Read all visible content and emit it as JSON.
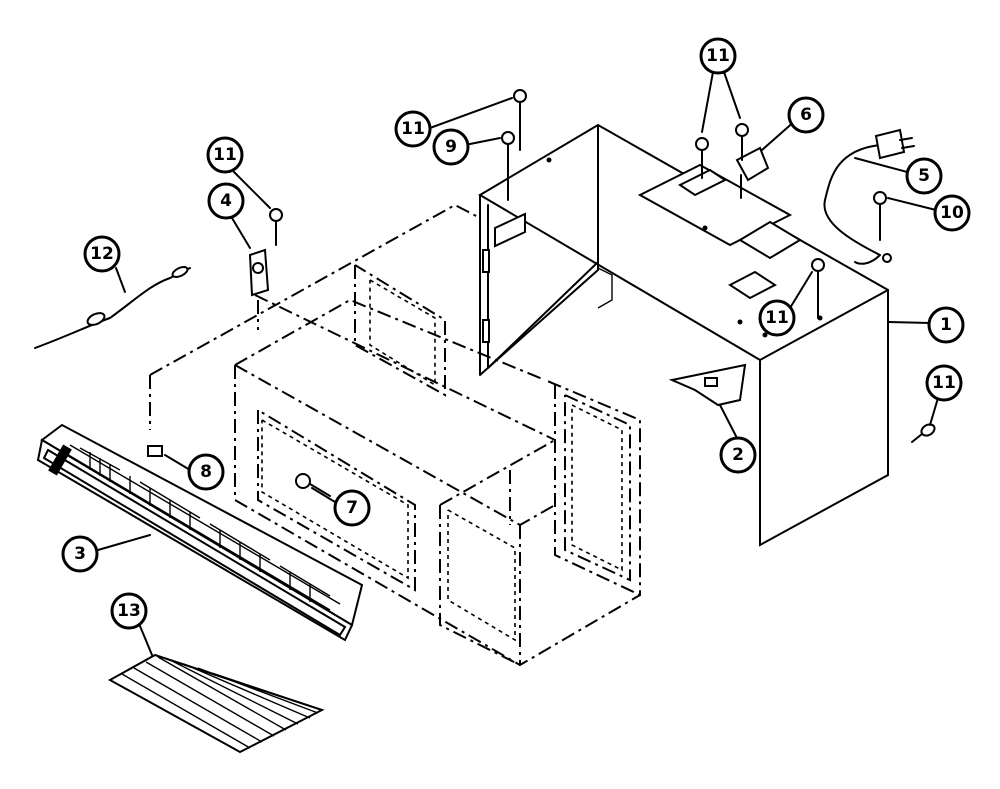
{
  "callouts": [
    {
      "id": "c1",
      "label": "1"
    },
    {
      "id": "c2",
      "label": "2"
    },
    {
      "id": "c3",
      "label": "3"
    },
    {
      "id": "c4",
      "label": "4"
    },
    {
      "id": "c5",
      "label": "5"
    },
    {
      "id": "c6",
      "label": "6"
    },
    {
      "id": "c7",
      "label": "7"
    },
    {
      "id": "c8",
      "label": "8"
    },
    {
      "id": "c9",
      "label": "9"
    },
    {
      "id": "c10",
      "label": "10"
    },
    {
      "id": "c11a",
      "label": "11"
    },
    {
      "id": "c11b",
      "label": "11"
    },
    {
      "id": "c11c",
      "label": "11"
    },
    {
      "id": "c11d",
      "label": "11"
    },
    {
      "id": "c11e",
      "label": "11"
    },
    {
      "id": "c12",
      "label": "12"
    },
    {
      "id": "c13",
      "label": "13"
    }
  ]
}
